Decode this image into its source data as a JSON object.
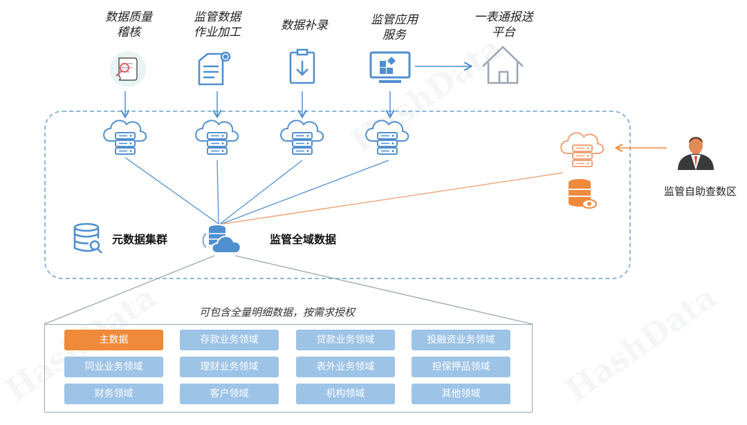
{
  "top_items": [
    {
      "label_line1": "数据质量",
      "label_line2": "稽核",
      "icon": "audit-scroll-icon"
    },
    {
      "label_line1": "监管数据",
      "label_line2": "作业加工",
      "icon": "document-gear-icon"
    },
    {
      "label_line1": "数据补录",
      "label_line2": "",
      "icon": "clipboard-download-icon"
    },
    {
      "label_line1": "监管应用",
      "label_line2": "服务",
      "icon": "monitor-app-icon"
    },
    {
      "label_line1": "一表通报送",
      "label_line2": "平台",
      "icon": "house-icon"
    }
  ],
  "metadata_cluster_label": "元数据集群",
  "global_data_label": "监管全域数据",
  "self_service_label": "监管自助查数区",
  "caption": "可包含全量明细数据，按需求授权",
  "watermark": "HashData",
  "domains": [
    {
      "label": "主数据",
      "active": true
    },
    {
      "label": "存款业务领域",
      "active": false
    },
    {
      "label": "贷款业务领域",
      "active": false
    },
    {
      "label": "投融资业务领域",
      "active": false
    },
    {
      "label": "同业业务领域",
      "active": false
    },
    {
      "label": "理财业务领域",
      "active": false
    },
    {
      "label": "表外业务领域",
      "active": false
    },
    {
      "label": "担保押品领域",
      "active": false
    },
    {
      "label": "财务领域",
      "active": false
    },
    {
      "label": "客户领域",
      "active": false
    },
    {
      "label": "机构领域",
      "active": false
    },
    {
      "label": "其他领域",
      "active": false
    }
  ],
  "colors": {
    "blue": "#4f8fd0",
    "light_blue": "#9dc3e6",
    "orange": "#ee8a3a",
    "dashed_border": "#8fb6d8"
  }
}
